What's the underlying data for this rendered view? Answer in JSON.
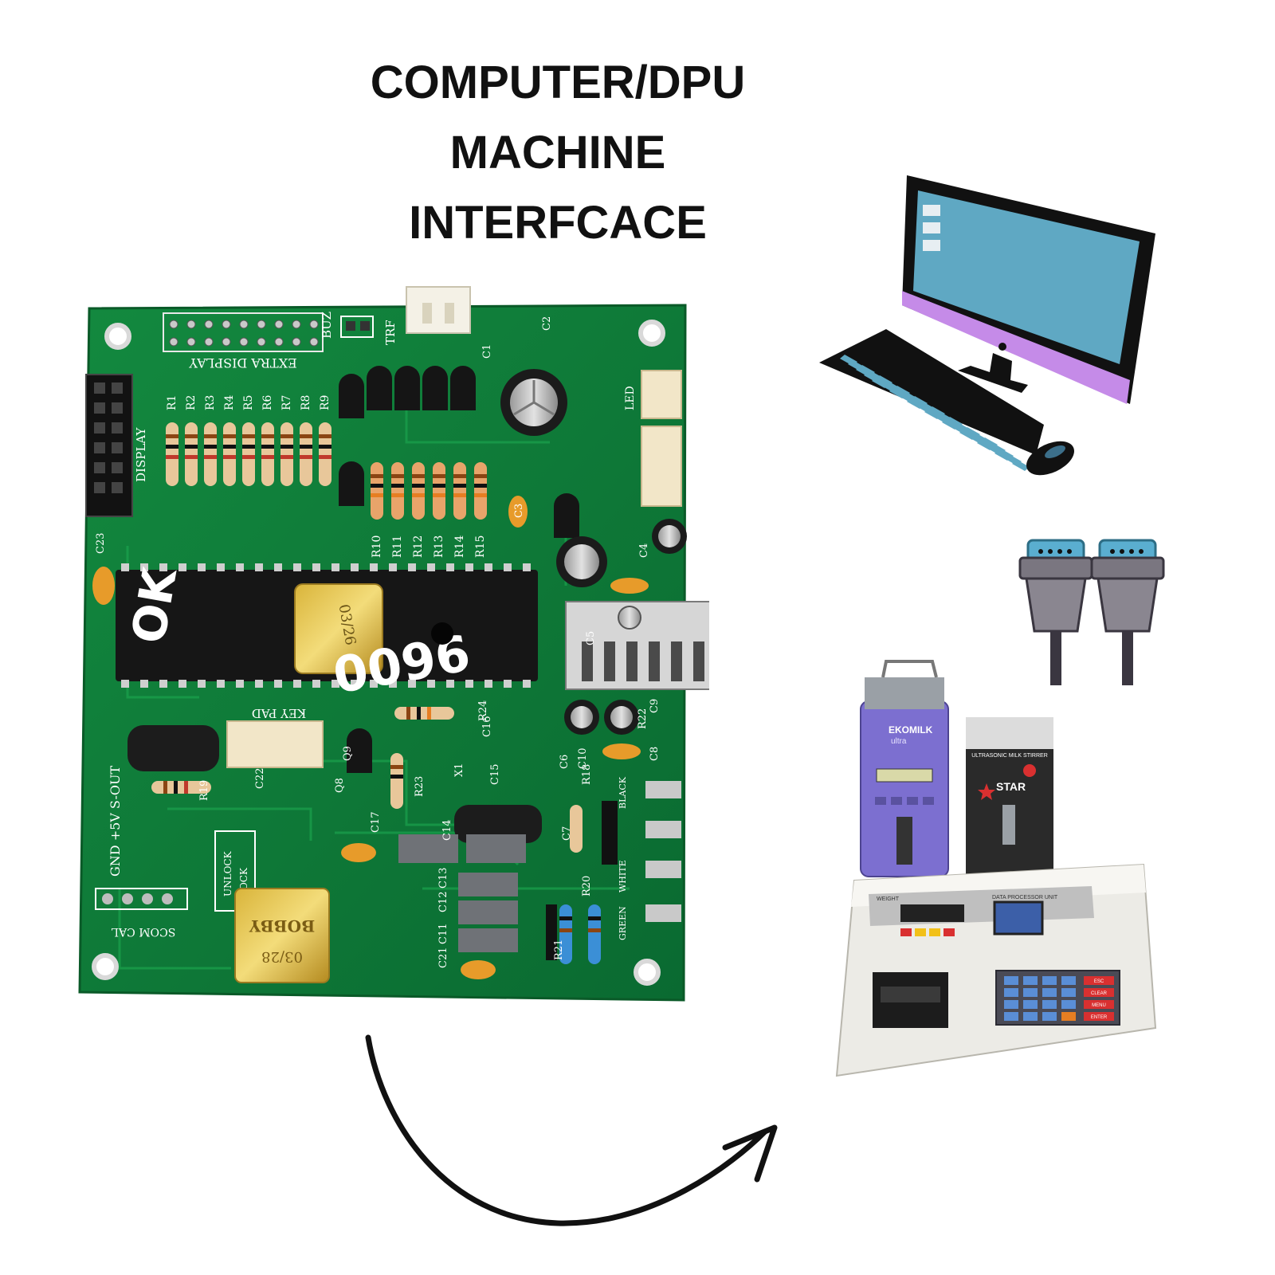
{
  "title": {
    "line1": "COMPUTER/DPU",
    "line2": "MACHINE",
    "line3": "INTERFCACE"
  },
  "board": {
    "silk_extra_display": "EXTRA DISPLAY",
    "silk_display": "DISPLAY",
    "silk_buz": "BUZ",
    "silk_trf": "TRF",
    "silk_led": "LED",
    "silk_key_pad": "KEY PAD",
    "silk_power_pins": "GND +5V S-OUT",
    "silk_pins_bottom": "SCOM CAL",
    "silk_unlock": "UNLOCK",
    "silk_lock": "LOCK",
    "silk_black": "BLACK",
    "silk_white": "WHITE",
    "silk_green": "GREEN",
    "resistors_top": [
      "R1",
      "R2",
      "R3",
      "R4",
      "R5",
      "R6",
      "R7",
      "R8",
      "R9"
    ],
    "resistors_mid": [
      "R10",
      "R11",
      "R12",
      "R13",
      "R14",
      "R15"
    ],
    "labels_misc": [
      "C1",
      "C2",
      "C3",
      "C4",
      "C5",
      "C6",
      "C7",
      "C8",
      "C9",
      "C10",
      "C11",
      "C12",
      "C13",
      "C14",
      "C15",
      "C16",
      "C17",
      "C21",
      "C22",
      "C23",
      "R18",
      "R19",
      "R20",
      "R21",
      "R22",
      "R23",
      "R24",
      "X1",
      "Q8",
      "Q9"
    ],
    "chip_marker_1": "OK",
    "chip_marker_2": "9600",
    "hologram_date": "03/26",
    "seal_text": "BOBBY",
    "seal_date": "03/28"
  },
  "machine": {
    "analyzer_brand": "EKOMILK",
    "analyzer_model": "ultra",
    "stirrer_brand": "STAR",
    "stirrer_caption": "ULTRASONIC MILK STIRRER",
    "dpu_caption": "DATA PROCESSOR UNIT",
    "dpu_weight_label": "WEIGHT",
    "dpu_keys": [
      "ESC",
      "CLEAR",
      "MENU",
      "ENTER"
    ]
  },
  "colors": {
    "pcb": "#0f7a3c",
    "screen": "#5fa8c3",
    "bezel_accent": "#c58be8",
    "arrow": "#111111"
  }
}
